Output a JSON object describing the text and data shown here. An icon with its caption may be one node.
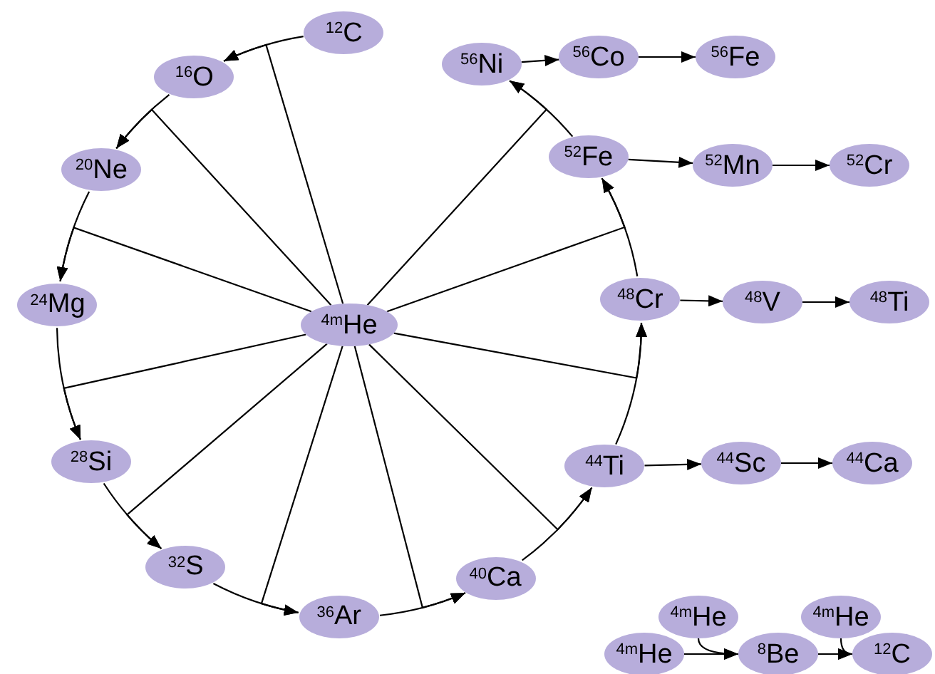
{
  "diagram": {
    "nodes": [
      {
        "text": [
          "$^{12}$C"
        ]
      },
      {
        "text": [
          "$^{16}$O"
        ]
      },
      {
        "text": [
          "$^{20}$Ne"
        ]
      },
      {
        "text": [
          "$^{24}$Mg"
        ]
      },
      {
        "text": [
          "$^{28}$Si"
        ]
      },
      {
        "text": [
          "$^{32}$S"
        ]
      },
      {
        "text": [
          "$^{36}$Ar"
        ]
      },
      {
        "text": [
          "$^{40}$Ca"
        ]
      },
      {
        "text": [
          "$^{44}$Ti"
        ]
      },
      {
        "text": [
          "$^{48}$Cr"
        ]
      },
      {
        "text": [
          "$^{52}$Fe"
        ]
      },
      {
        "text": [
          "$^{56}$Ni"
        ]
      },
      {
        "text": [
          "$^{56}$Co"
        ]
      },
      {
        "text": [
          "$^{56}$Fe"
        ]
      },
      {
        "text": [
          "$^{52}$Mn"
        ]
      },
      {
        "text": [
          "$^{52}$Cr"
        ]
      },
      {
        "text": [
          "$^{48}$V"
        ]
      },
      {
        "text": [
          "$^{48}$Ti"
        ]
      },
      {
        "text": [
          "$^{44}$Sc"
        ]
      },
      {
        "text": [
          "$^{44}$Ca"
        ]
      },
      {
        "text": [
          "$^{4m}$He"
        ]
      },
      {
        "text": [
          "$^{4m}$He"
        ]
      },
      {
        "text": [
          "$^{4m}$He"
        ]
      },
      {
        "text": [
          "$^{8}$Be"
        ]
      },
      {
        "text": [
          "$^{4m}$He"
        ]
      },
      {
        "text": [
          "$^{12}$C"
        ]
      }
    ],
    "edges": [
      {
        "from": 0,
        "to": 1,
        "arrow": "to"
      },
      {
        "from": 1,
        "to": 2,
        "arrow": "to"
      },
      {
        "from": 2,
        "to": 3,
        "arrow": "to"
      },
      {
        "from": 3,
        "to": 4,
        "arrow": "to"
      },
      {
        "from": 4,
        "to": 5,
        "arrow": "to"
      },
      {
        "from": 5,
        "to": 6,
        "arrow": "to"
      },
      {
        "from": 6,
        "to": 7,
        "arrow": "to"
      },
      {
        "from": 7,
        "to": 8,
        "arrow": "to"
      },
      {
        "from": 8,
        "to": 9,
        "arrow": "to"
      },
      {
        "from": 9,
        "to": 10,
        "arrow": "to"
      },
      {
        "from": 10,
        "to": 11,
        "arrow": "to"
      },
      {
        "from": 20,
        "to": 1,
        "arrow": "to"
      },
      {
        "from": 20,
        "to": 2,
        "arrow": "to"
      },
      {
        "from": 20,
        "to": 3,
        "arrow": "to"
      },
      {
        "from": 20,
        "to": 4,
        "arrow": "to"
      },
      {
        "from": 20,
        "to": 5,
        "arrow": "to"
      },
      {
        "from": 20,
        "to": 6,
        "arrow": "to"
      },
      {
        "from": 20,
        "to": 7,
        "arrow": "to"
      },
      {
        "from": 20,
        "to": 8,
        "arrow": "to"
      },
      {
        "from": 20,
        "to": 9,
        "arrow": "to"
      },
      {
        "from": 20,
        "to": 10,
        "arrow": "to"
      },
      {
        "from": 20,
        "to": 11,
        "arrow": "to"
      },
      {
        "from": 11,
        "to": 12,
        "arrow": "to"
      },
      {
        "from": 12,
        "to": 13,
        "arrow": "to"
      },
      {
        "from": 10,
        "to": 14,
        "arrow": "to"
      },
      {
        "from": 14,
        "to": 15,
        "arrow": "to"
      },
      {
        "from": 9,
        "to": 16,
        "arrow": "to"
      },
      {
        "from": 16,
        "to": 17,
        "arrow": "to"
      },
      {
        "from": 8,
        "to": 18,
        "arrow": "to"
      },
      {
        "from": 18,
        "to": 19,
        "arrow": "to"
      },
      {
        "from": 21,
        "to": 23,
        "arrow": "to"
      },
      {
        "from": 22,
        "to": 23,
        "arrow": "to"
      },
      {
        "from": 23,
        "to": 25,
        "arrow": "to"
      },
      {
        "from": 24,
        "to": 25,
        "arrow": "to"
      }
    ]
  }
}
